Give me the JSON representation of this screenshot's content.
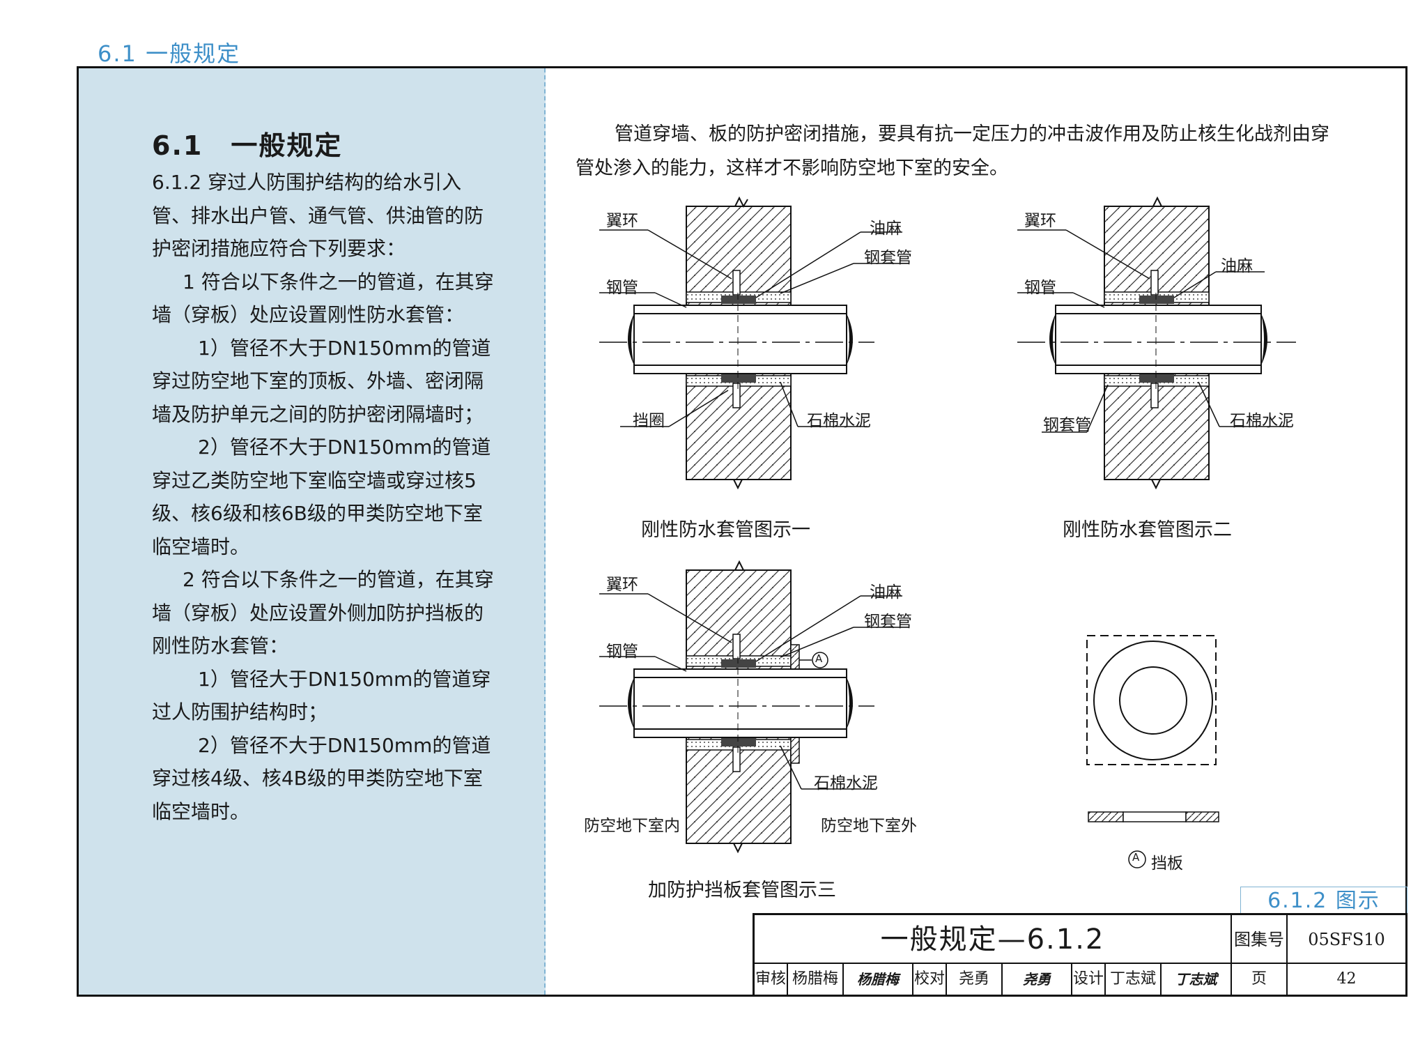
{
  "header": {
    "section": "6.1 一般规定"
  },
  "sidebar": {
    "heading_num": "6.1",
    "heading_title": "一般规定",
    "paragraphs": [
      "6.1.2 穿过人防围护结构的给水引入管、排水出户管、通气管、供油管的防护密闭措施应符合下列要求：",
      "1 符合以下条件之一的管道，在其穿墙（穿板）处应设置刚性防水套管：",
      "1）管径不大于DN150mm的管道穿过防空地下室的顶板、外墙、密闭隔墙及防护单元之间的防护密闭隔墙时；",
      "2）管径不大于DN150mm的管道穿过乙类防空地下室临空墙或穿过核5级、核6级和核6B级的甲类防空地下室临空墙时。",
      "2 符合以下条件之一的管道，在其穿墙（穿板）处应设置外侧加防护挡板的刚性防水套管：",
      "1）管径大于DN150mm的管道穿过人防围护结构时；",
      "2）管径不大于DN150mm的管道穿过核4级、核4B级的甲类防空地下室临空墙时。"
    ]
  },
  "intro": {
    "line1": "管道穿墙、板的防护密闭措施，要具有抗一定压力的冲击波作用及防止核生化战剂由穿",
    "line2": "管处渗入的能力，这样才不影响防空地下室的安全。"
  },
  "fig1": {
    "caption": "刚性防水套管图示一",
    "labels": {
      "wing": "翼环",
      "oil": "油麻",
      "sleeve": "钢套管",
      "pipe": "钢管",
      "ring": "挡圈",
      "cement": "石棉水泥"
    }
  },
  "fig2": {
    "caption": "刚性防水套管图示二",
    "labels": {
      "wing": "翼环",
      "oil": "油麻",
      "pipe": "钢管",
      "sleeve": "钢套管",
      "cement": "石棉水泥"
    }
  },
  "fig3": {
    "caption": "加防护挡板套管图示三",
    "labels": {
      "wing": "翼环",
      "oil": "油麻",
      "sleeve": "钢套管",
      "pipe": "钢管",
      "cement": "石棉水泥",
      "inside": "防空地下室内",
      "outside": "防空地下室外",
      "marker": "A"
    }
  },
  "plate": {
    "caption": "挡板",
    "marker": "A"
  },
  "tag": "6.1.2 图示",
  "titleblock": {
    "title": "一般规定—6.1.2",
    "atlas_label": "图集号",
    "atlas_no": "05SFS10",
    "page_label": "页",
    "page_no": "42",
    "review_label": "审核",
    "reviewer": "杨腊梅",
    "reviewer_sig": "杨腊梅",
    "check_label": "校对",
    "checker": "尧勇",
    "checker_sig": "尧勇",
    "design_label": "设计",
    "designer": "丁志斌",
    "designer_sig": "丁志斌"
  },
  "colors": {
    "accent": "#3d8fc8",
    "sidebar_bg": "#cfe2ec",
    "ink": "#1a1a1a"
  }
}
